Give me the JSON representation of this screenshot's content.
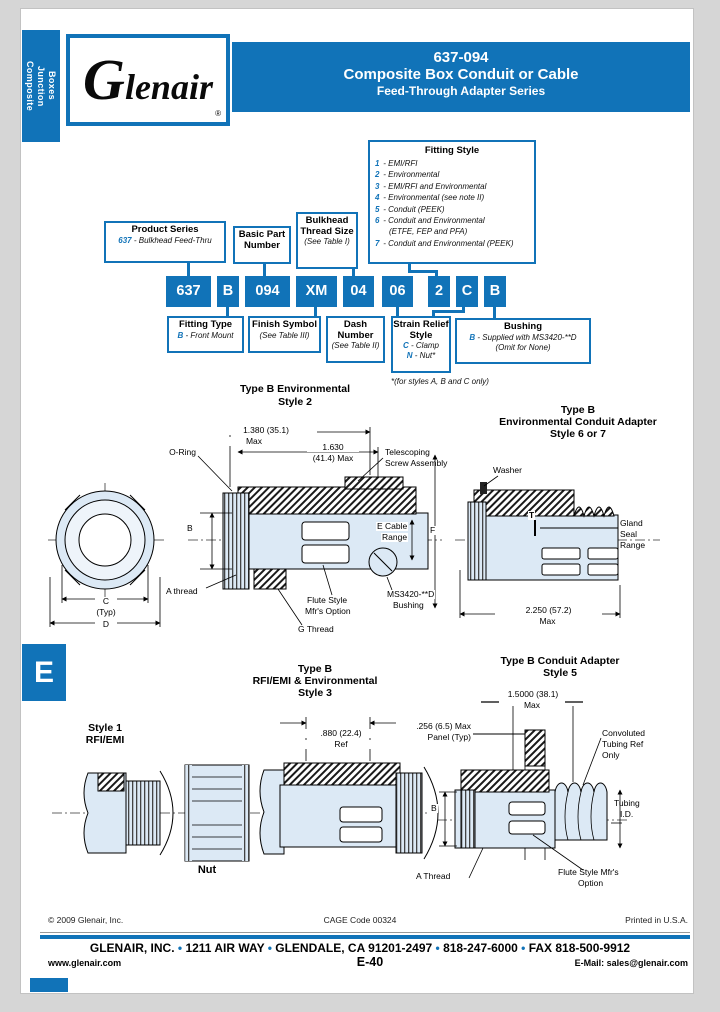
{
  "colors": {
    "brand_blue": "#1173b8",
    "drawing_fill": "#dce9f5"
  },
  "sidebar_tab": {
    "line1": "Composite",
    "line2": "Junction",
    "line3": "Boxes"
  },
  "logo": {
    "name": "Glenair",
    "reg": "®"
  },
  "header": {
    "part": "637-094",
    "title": "Composite Box Conduit or Cable",
    "subtitle": "Feed-Through Adapter Series"
  },
  "fitting_style": {
    "title": "Fitting Style",
    "items": [
      {
        "n": "1",
        "t": "- EMI/RFI"
      },
      {
        "n": "2",
        "t": "- Environmental"
      },
      {
        "n": "3",
        "t": "- EMI/RFI and Environmental"
      },
      {
        "n": "4",
        "t": "- Environmental (see note II)"
      },
      {
        "n": "5",
        "t": "- Conduit (PEEK)"
      },
      {
        "n": "6",
        "t": "- Conduit and Environmental"
      },
      {
        "n": "",
        "t": "(ETFE, FEP and PFA)"
      },
      {
        "n": "7",
        "t": "- Conduit and Environmental (PEEK)"
      }
    ]
  },
  "callouts": {
    "product_series": {
      "title": "Product Series",
      "code": "637",
      "text": "- Bulkhead Feed-Thru"
    },
    "basic_part": {
      "title": "Basic Part Number"
    },
    "bulkhead": {
      "title": "Bulkhead Thread Size",
      "note": "(See Table I)"
    },
    "fitting_type": {
      "title": "Fitting Type",
      "code": "B",
      "text": "- Front Mount"
    },
    "finish": {
      "title": "Finish Symbol",
      "note": "(See Table III)"
    },
    "dash": {
      "title": "Dash Number",
      "note": "(See Table II)"
    },
    "strain": {
      "title": "Strain Relief Style",
      "opt1_code": "C",
      "opt1_text": "- Clamp",
      "opt2_code": "N",
      "opt2_text": "- Nut*"
    },
    "bushing": {
      "title": "Bushing",
      "code": "B",
      "text": "- Supplied with MS3420-**D",
      "note": "(Omit for None)"
    },
    "footnote": "*(for styles A, B and C only)"
  },
  "part_number": [
    "637",
    "B",
    "094",
    "XM",
    "04",
    "06",
    "2",
    "C",
    "B"
  ],
  "diagrams": {
    "style2": {
      "title1": "Type B Environmental",
      "title2": "Style 2",
      "dim1": "1.380 (35.1)",
      "dim1b": "Max",
      "dim2": "1.630",
      "dim2b": "(41.4) Max",
      "oring": "O-Ring",
      "tele1": "Telescoping",
      "tele2": "Screw Assembly",
      "b": "B",
      "ecable1": "E Cable",
      "ecable2": "Range",
      "f": "F",
      "athread": "A thread",
      "flute1": "Flute Style",
      "flute2": "Mfr's Option",
      "bushing1": "MS3420-**D",
      "bushing2": "Bushing",
      "gthread": "G Thread",
      "c": "C",
      "ctyp": "(Typ)",
      "d": "D"
    },
    "style67": {
      "title1": "Type B",
      "title2": "Environmental Conduit Adapter",
      "title3": "Style 6 or 7",
      "washer": "Washer",
      "t": "T",
      "gland1": "Gland",
      "gland2": "Seal",
      "gland3": "Range",
      "dim": "2.250 (57.2)",
      "dimb": "Max"
    },
    "style3": {
      "title1": "Type B",
      "title2": "RFI/EMI & Environmental",
      "title3": "Style 3",
      "style1a": "Style 1",
      "style1b": "RFI/EMI",
      "dim": ".880 (22.4)",
      "dimb": "Ref",
      "nut": "Nut"
    },
    "style5": {
      "title1": "Type B Conduit Adapter",
      "title2": "Style 5",
      "dim1": "1.5000 (38.1)",
      "dim1b": "Max",
      "panel1": ".256 (6.5) Max",
      "panel2": "Panel (Typ)",
      "conv1": "Convoluted",
      "conv2": "Tubing Ref",
      "conv3": "Only",
      "tub1": "Tubing",
      "tub2": "I.D.",
      "b": "B",
      "athread": "A Thread",
      "flute1": "Flute Style Mfr's",
      "flute2": "Option"
    }
  },
  "section_tab": "E",
  "footer": {
    "copyright": "© 2009 Glenair, Inc.",
    "cage": "CAGE Code 00324",
    "printed": "Printed in U.S.A.",
    "address_segments": [
      "GLENAIR, INC.",
      "1211 AIR WAY",
      "GLENDALE, CA 91201-2497",
      "818-247-6000",
      "FAX 818-500-9912"
    ],
    "website": "www.glenair.com",
    "page": "E-40",
    "email": "E-Mail: sales@glenair.com"
  }
}
